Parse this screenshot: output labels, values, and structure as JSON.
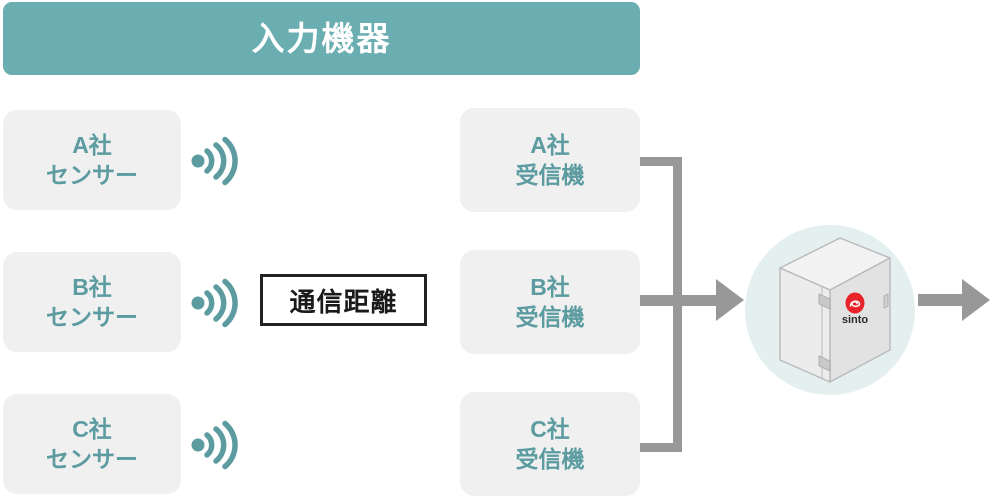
{
  "header": {
    "title": "入力機器",
    "bg_color": "#6aaeb2",
    "text_color": "#ffffff"
  },
  "theme": {
    "node_bg": "#f0f0f0",
    "node_text": "#5c9ca1",
    "connector": "#989898",
    "circle_bg": "#e4f0ef",
    "logo_red": "#e8232a",
    "label_border": "#222222"
  },
  "sensors": [
    {
      "line1": "A社",
      "line2": "センサー",
      "icon": "wireless-signal-icon"
    },
    {
      "line1": "B社",
      "line2": "センサー",
      "icon": "wireless-signal-icon"
    },
    {
      "line1": "C社",
      "line2": "センサー",
      "icon": "wireless-signal-icon"
    }
  ],
  "distance_label": {
    "text": "通信距離"
  },
  "receivers": [
    {
      "line1": "A社",
      "line2": "受信機"
    },
    {
      "line1": "B社",
      "line2": "受信機"
    },
    {
      "line1": "C社",
      "line2": "受信機"
    }
  ],
  "device": {
    "brand": "sinto",
    "shape": "control-cabinet-enclosure"
  }
}
